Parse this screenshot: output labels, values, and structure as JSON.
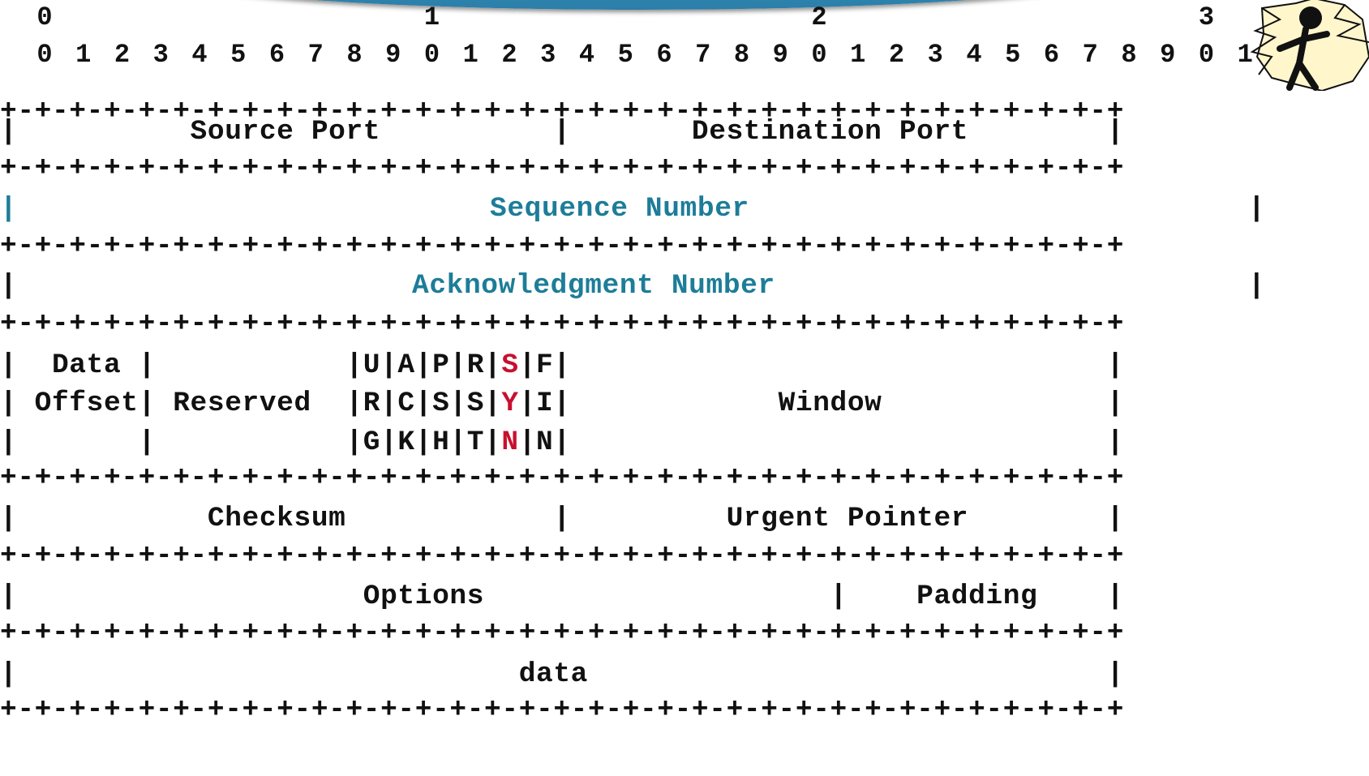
{
  "header": {
    "tens": [
      "0",
      "1",
      "2",
      "3"
    ],
    "units": [
      "0",
      "1",
      "2",
      "3",
      "4",
      "5",
      "6",
      "7",
      "8",
      "9",
      "0",
      "1",
      "2",
      "3",
      "4",
      "5",
      "6",
      "7",
      "8",
      "9",
      "0",
      "1",
      "2",
      "3",
      "4",
      "5",
      "6",
      "7",
      "8",
      "9",
      "0",
      "1"
    ]
  },
  "border_line": "+-+-+-+-+-+-+-+-+-+-+-+-+-+-+-+-+-+-+-+-+-+-+-+-+-+-+-+-+-+-+-+-+",
  "rows": {
    "ports": "|          Source Port          |       Destination Port        |",
    "seq_open": "|",
    "seq_label": "Sequence Number",
    "seq_close": "|",
    "ack_open": "|",
    "ack_label": "Acknowledgment Number",
    "ack_close": "|",
    "flags1_a": "|  Data |           |U|A|P|R|",
    "flags1_red": "S",
    "flags1_b": "|F|                               |",
    "flags2_a": "| Offset| Reserved  |R|C|S|S|",
    "flags2_red": "Y",
    "flags2_b": "|I|            Window             |",
    "flags3_a": "|       |           |G|K|H|T|",
    "flags3_red": "N",
    "flags3_b": "|N|                               |",
    "checksum": "|           Checksum            |         Urgent Pointer        |",
    "options": "|                    Options                    |    Padding    |",
    "data": "|                             data                              |"
  },
  "colors": {
    "highlight": "#1d7d98",
    "flag_accent": "#c8102e",
    "banner": "#3a9fcc"
  },
  "decoration": "stick-figure-icon"
}
